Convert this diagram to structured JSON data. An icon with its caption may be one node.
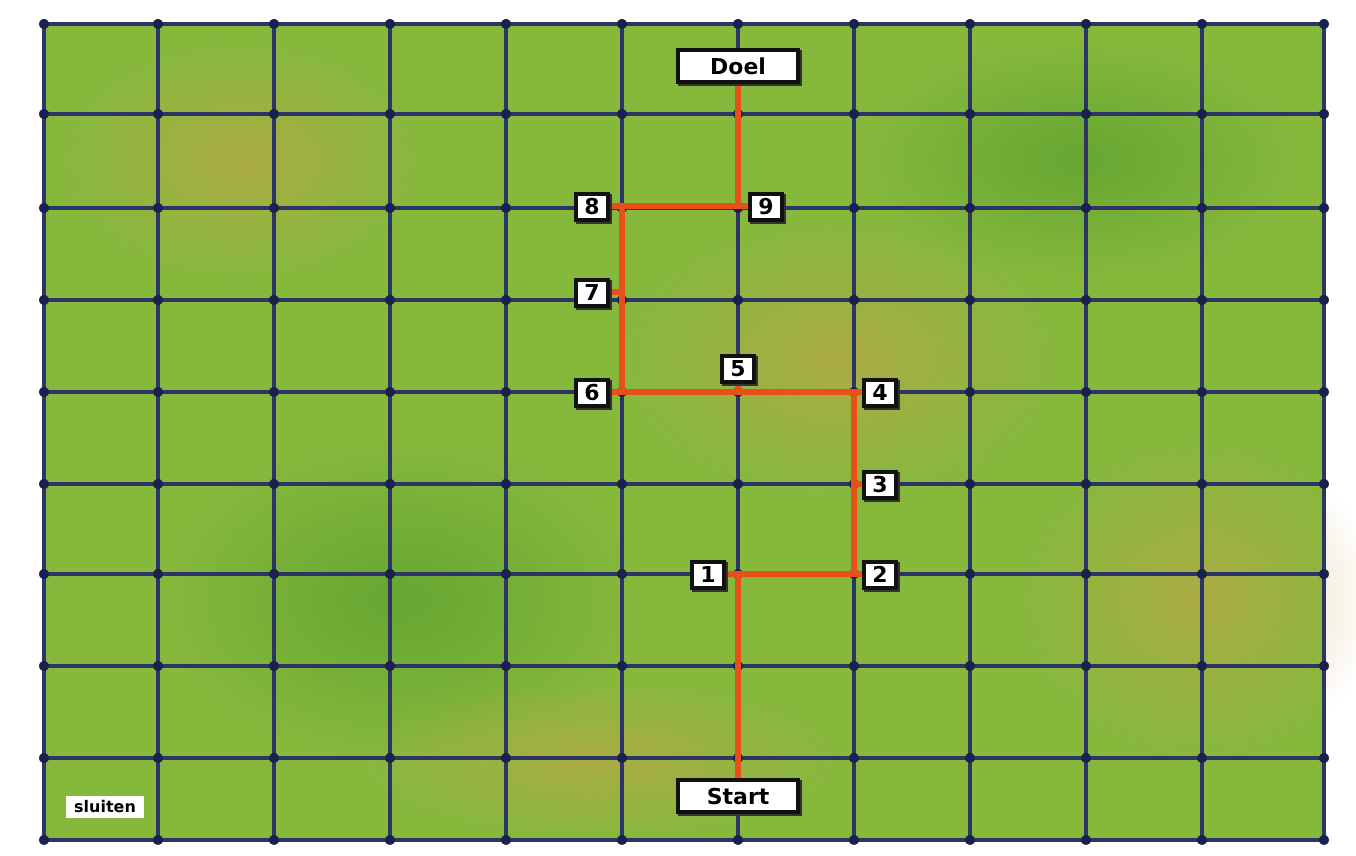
{
  "diagram": {
    "nodes": [
      {
        "text": [
          "Doel"
        ]
      },
      {
        "text": [
          "Start"
        ]
      },
      {
        "text": [
          "1"
        ]
      },
      {
        "text": [
          "2"
        ]
      },
      {
        "text": [
          "3"
        ]
      },
      {
        "text": [
          "4"
        ]
      },
      {
        "text": [
          "5"
        ]
      },
      {
        "text": [
          "6"
        ]
      },
      {
        "text": [
          "7"
        ]
      },
      {
        "text": [
          "8"
        ]
      },
      {
        "text": [
          "9"
        ]
      }
    ],
    "edges": [
      {
        "from": 1,
        "to": 2,
        "arrow": "none"
      },
      {
        "from": 2,
        "to": 3,
        "arrow": "none"
      },
      {
        "from": 3,
        "to": 4,
        "arrow": "none"
      },
      {
        "from": 4,
        "to": 5,
        "arrow": "none"
      },
      {
        "from": 5,
        "to": 6,
        "arrow": "none"
      },
      {
        "from": 6,
        "to": 7,
        "arrow": "none"
      },
      {
        "from": 7,
        "to": 8,
        "arrow": "none"
      },
      {
        "from": 8,
        "to": 9,
        "arrow": "none"
      },
      {
        "from": 9,
        "to": 10,
        "arrow": "none"
      },
      {
        "from": 10,
        "to": 0,
        "arrow": "none"
      }
    ],
    "labels": [
      "sluiten"
    ]
  }
}
